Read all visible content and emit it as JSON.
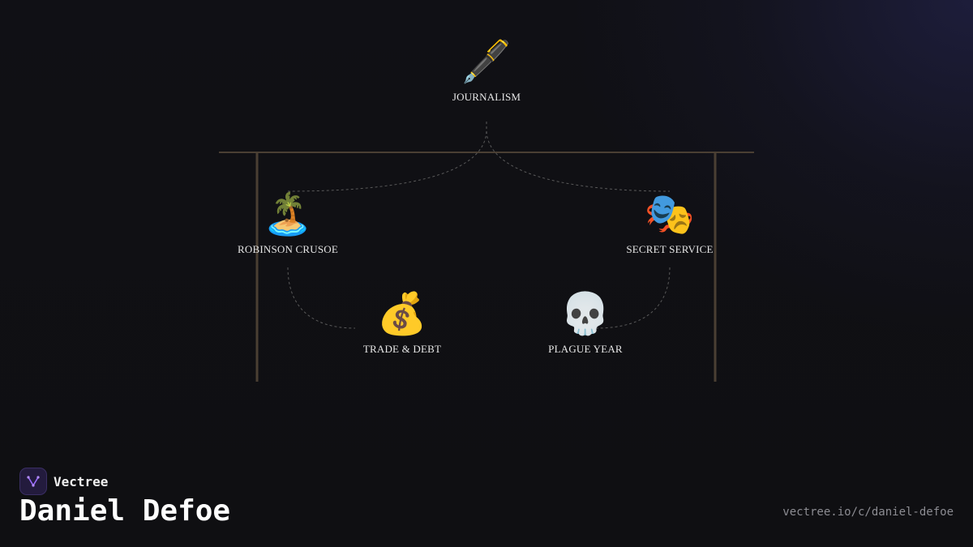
{
  "diagram": {
    "nodes": [
      {
        "id": "journalism",
        "emoji": "🖋️",
        "label": "JOURNALISM"
      },
      {
        "id": "robinson",
        "emoji": "🏝️",
        "label": "ROBINSON CRUSOE"
      },
      {
        "id": "secret",
        "emoji": "🎭",
        "label": "SECRET SERVICE"
      },
      {
        "id": "trade",
        "emoji": "💰",
        "label": "TRADE & DEBT"
      },
      {
        "id": "plague",
        "emoji": "💀",
        "label": "PLAGUE YEAR"
      }
    ],
    "edges": [
      {
        "from": "journalism",
        "to": "robinson"
      },
      {
        "from": "journalism",
        "to": "secret"
      },
      {
        "from": "robinson",
        "to": "trade"
      },
      {
        "from": "secret",
        "to": "plague"
      }
    ]
  },
  "brand": {
    "name": "Vectree"
  },
  "page": {
    "title": "Daniel Defoe",
    "url": "vectree.io/c/daniel-defoe"
  },
  "colors": {
    "background": "#0f0f13",
    "frame": "#4a3f33",
    "connector": "#5a5a5a",
    "logo_accent": "#9b6cff"
  }
}
